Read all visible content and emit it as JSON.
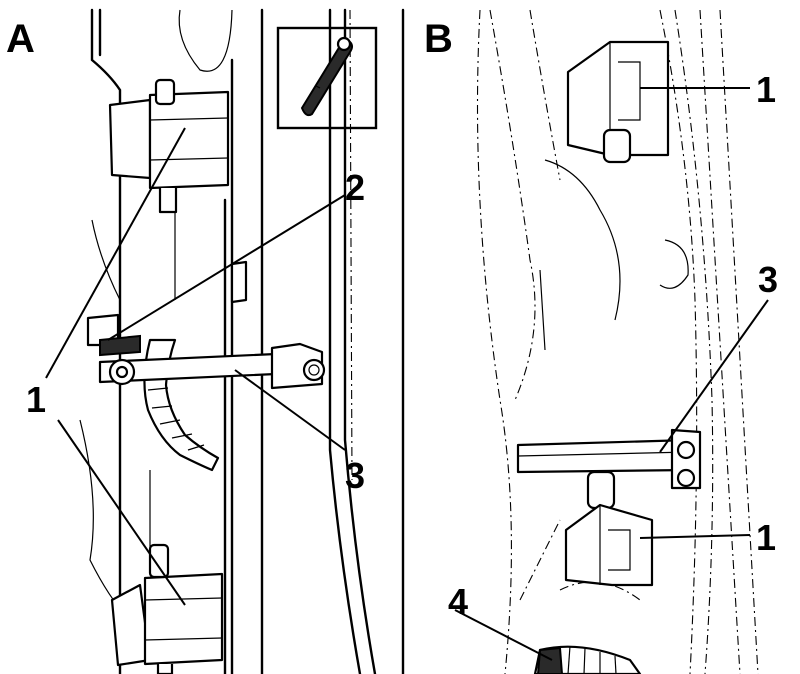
{
  "panels": {
    "a": {
      "label": "A"
    },
    "b": {
      "label": "B"
    }
  },
  "callouts": {
    "a_hinge": "1",
    "a_pin": "2",
    "a_check_strap": "3",
    "b_upper_hinge": "1",
    "b_check_strap": "3",
    "b_lower_hinge": "1",
    "b_wiring": "4"
  }
}
